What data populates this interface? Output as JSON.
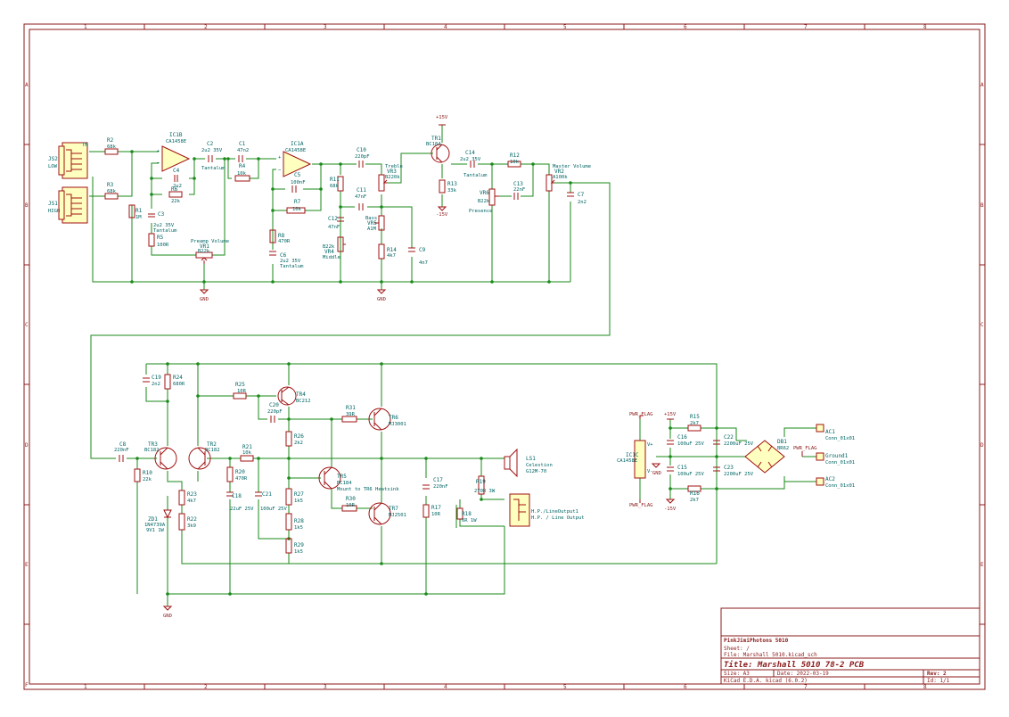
{
  "grid": {
    "columns": [
      "1",
      "2",
      "3",
      "4",
      "5",
      "6",
      "7",
      "8"
    ],
    "rows": [
      "A",
      "B",
      "C",
      "D",
      "E",
      "F"
    ]
  },
  "title_block": {
    "company": "PinkJimiPhotons 5010",
    "sheet": "Sheet: /",
    "file": "File: Marshall 5010.kicad_sch",
    "title": "Title: Marshall 5010   78-2 PCB",
    "size": "Size: A3",
    "date": "Date: 2022-03-19",
    "rev": "Rev: 2",
    "tool": "KiCad E.D.A.  kicad (6.0.2)",
    "id": "Id: 1/1"
  },
  "components": {
    "js2": {
      "ref": "JS2",
      "val": "LOW"
    },
    "js1": {
      "ref": "JS1",
      "val": "HIGH"
    },
    "r2": {
      "ref": "R2",
      "val": "68k"
    },
    "r3": {
      "ref": "R3",
      "val": "68k"
    },
    "r1": {
      "ref": "R1",
      "val": "1M"
    },
    "ic1b": {
      "ref": "IC1B",
      "val": "CA1458E"
    },
    "c3": {
      "ref": "C3",
      "val": "2u2 35V",
      "note": "Tantalum"
    },
    "c4": {
      "ref": "C4",
      "val": "2u2"
    },
    "r6": {
      "ref": "R6",
      "val": "22k"
    },
    "r5": {
      "ref": "R5",
      "val": "100R"
    },
    "vr1": {
      "ref": "VR1",
      "val": "B22k",
      "label": "Preamp Volume"
    },
    "c2": {
      "ref": "C2",
      "val": "2u2 35V",
      "note": "Tantalum"
    },
    "c1": {
      "ref": "C1",
      "val": "47n2"
    },
    "r4": {
      "ref": "R4",
      "val": "10k"
    },
    "ic1a": {
      "ref": "IC1A",
      "val": "CA1458E"
    },
    "c5": {
      "ref": "C5",
      "val": "100nF"
    },
    "r7": {
      "ref": "R7",
      "val": "10k"
    },
    "r8": {
      "ref": "R8",
      "val": "470R"
    },
    "c6": {
      "ref": "C6",
      "val": "2u2 35V",
      "note": "Tantalum"
    },
    "c10": {
      "ref": "C10",
      "val": "220pF"
    },
    "r11": {
      "ref": "R11",
      "val": "68k"
    },
    "vr3": {
      "ref": "VR3",
      "val": "B220k",
      "label": "Treble"
    },
    "c11": {
      "ref": "C11",
      "val": "47nF"
    },
    "c12": {
      "ref": "C12",
      "val": "47nF"
    },
    "vr5": {
      "ref": "VR5",
      "val": "A1M",
      "label": "Bass"
    },
    "vr4": {
      "ref": "VR4",
      "val": "B22k",
      "label": "Middle"
    },
    "r14": {
      "ref": "R14",
      "val": "4k7"
    },
    "c9": {
      "ref": "C9",
      "val": "4n7"
    },
    "tr1": {
      "ref": "TR1",
      "val": "BC184"
    },
    "r13": {
      "ref": "R13",
      "val": "33k"
    },
    "c14": {
      "ref": "C14",
      "val": "2u2 35V",
      "note": "Tantalum"
    },
    "r12": {
      "ref": "R12",
      "val": "10k"
    },
    "vr6": {
      "ref": "VR6",
      "val": "B22k",
      "label": "Presence"
    },
    "c13": {
      "ref": "C13",
      "val": "22nF"
    },
    "vr2": {
      "ref": "VR2",
      "val": "A100k",
      "label": "Master Volume"
    },
    "c7": {
      "ref": "C7",
      "val": "2n2"
    },
    "c19": {
      "ref": "C19",
      "val": "2n2"
    },
    "r24": {
      "ref": "R24",
      "val": "680R"
    },
    "r25": {
      "ref": "R25",
      "val": "10R"
    },
    "tr4": {
      "ref": "TR4",
      "val": "BC212"
    },
    "c20": {
      "ref": "C20",
      "val": "220pF"
    },
    "r31": {
      "ref": "R31",
      "val": "39R"
    },
    "tr6": {
      "ref": "TR6",
      "val": "MJ3001"
    },
    "c8": {
      "ref": "C8",
      "val": "220nF"
    },
    "tr3": {
      "ref": "TR3",
      "val": "BC182"
    },
    "tr2": {
      "ref": "TR2",
      "val": "BC182"
    },
    "r21": {
      "ref": "R21",
      "val": "10k"
    },
    "r26": {
      "ref": "R26",
      "val": "2k2"
    },
    "tr5": {
      "ref": "TR5",
      "val": "BC184",
      "note": "Mount to TR6 Heatsink"
    },
    "r10": {
      "ref": "R10",
      "val": "22k"
    },
    "r20": {
      "ref": "R20",
      "val": "470R"
    },
    "c18": {
      "ref": "C18",
      "val": "22uF 25V"
    },
    "c21": {
      "ref": "C21",
      "val": "100uF 25V"
    },
    "r27": {
      "ref": "R27",
      "val": "1k5"
    },
    "r28": {
      "ref": "R28",
      "val": "1k5"
    },
    "r29": {
      "ref": "R29",
      "val": "1k5"
    },
    "r30": {
      "ref": "R30",
      "val": "10R"
    },
    "tr7": {
      "ref": "TR7",
      "val": "MJ2501"
    },
    "r23": {
      "ref": "R23",
      "val": "4k7"
    },
    "r22": {
      "ref": "R22",
      "val": "3k9"
    },
    "zd1": {
      "ref": "ZD1",
      "val": "1N4739A",
      "note": "9V1 1W"
    },
    "c17": {
      "ref": "C17",
      "val": "220nF"
    },
    "r17": {
      "ref": "R17",
      "val": "10R"
    },
    "r19": {
      "ref": "R19",
      "val": "270R 3W"
    },
    "r18": {
      "ref": "R18",
      "val": "6R 1W"
    },
    "ls1": {
      "ref": "LS1",
      "val": "Celestion",
      "note": "G12M-70"
    },
    "lineout": {
      "ref": "H.P./LineOutput1",
      "val": "H.P. / Line Output"
    },
    "ic1c": {
      "ref": "IC1C",
      "val": "CA1458E"
    },
    "c16": {
      "ref": "C16",
      "val": "100uF 25V"
    },
    "c15": {
      "ref": "C15",
      "val": "100uF 25V"
    },
    "r15": {
      "ref": "R15",
      "val": "2k7"
    },
    "r16": {
      "ref": "R16",
      "val": "2k7"
    },
    "c22": {
      "ref": "C22",
      "val": "2200uF 25V"
    },
    "c23": {
      "ref": "C23",
      "val": "2200uF 25V"
    },
    "db1": {
      "ref": "DB1",
      "val": "BR62"
    },
    "ac1": {
      "ref": "AC1",
      "val": "Conn_01x01"
    },
    "ground1": {
      "ref": "Ground1",
      "val": "Conn_01x01"
    },
    "ac2": {
      "ref": "AC2",
      "val": "Conn_01x01"
    }
  },
  "nets": {
    "gnd": "GND",
    "p15": "+15V",
    "m15": "-15V",
    "pwr_flag": "PWR_FLAG",
    "vplus": "V+",
    "vminus": "V-"
  }
}
